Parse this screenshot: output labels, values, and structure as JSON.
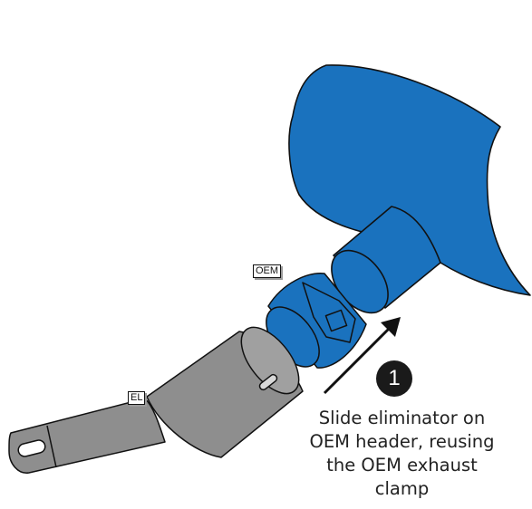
{
  "labels": {
    "oem": "OEM",
    "el": "EL"
  },
  "step": {
    "number": "1",
    "lines": [
      "Slide eliminator on",
      "OEM header, reusing",
      "the OEM exhaust",
      "clamp"
    ]
  },
  "colors": {
    "oem_blue": "#1a72be",
    "eliminator_gray": "#8c8c8c",
    "outline": "#111111",
    "badge": "#1a1a1a"
  },
  "icons": {
    "arrow": "arrow-up-right-icon"
  }
}
